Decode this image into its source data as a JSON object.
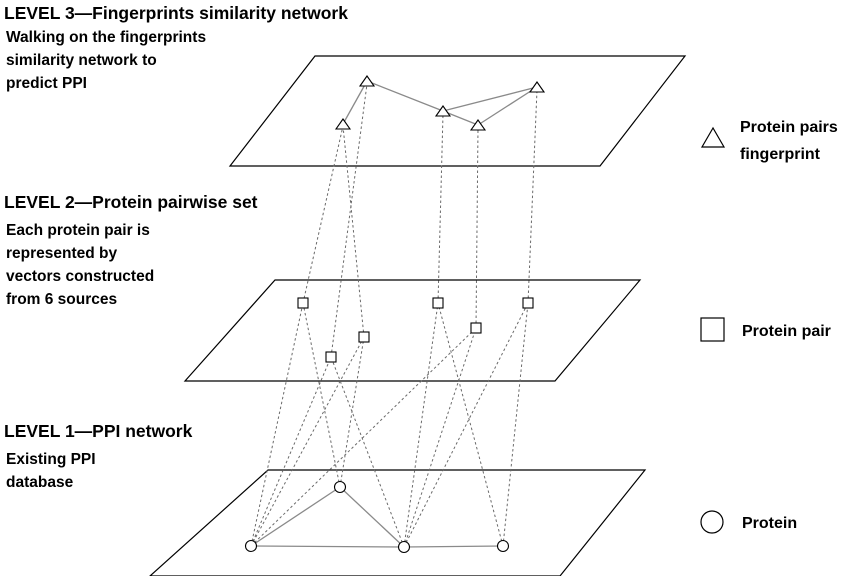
{
  "levels": {
    "level3": {
      "title": "LEVEL 3—Fingerprints similarity network",
      "description": [
        "Walking on the fingerprints",
        "similarity network to",
        "predict PPI"
      ]
    },
    "level2": {
      "title": "LEVEL 2—Protein pairwise set",
      "description": [
        "Each protein pair is",
        "represented by",
        "vectors constructed",
        "from 6 sources"
      ]
    },
    "level1": {
      "title": "LEVEL 1—PPI network",
      "description": [
        "Existing PPI",
        "database"
      ]
    }
  },
  "legend": {
    "fingerprint": {
      "label": [
        "Protein pairs",
        "fingerprint"
      ],
      "icon": "triangle-icon"
    },
    "pair": {
      "label": [
        "Protein pair"
      ],
      "icon": "square-icon"
    },
    "protein": {
      "label": [
        "Protein"
      ],
      "icon": "circle-icon"
    }
  },
  "colors": {
    "line": "#000000",
    "edge": "#8a8a8a",
    "link": "#6a6a6a",
    "background": "#ffffff"
  }
}
